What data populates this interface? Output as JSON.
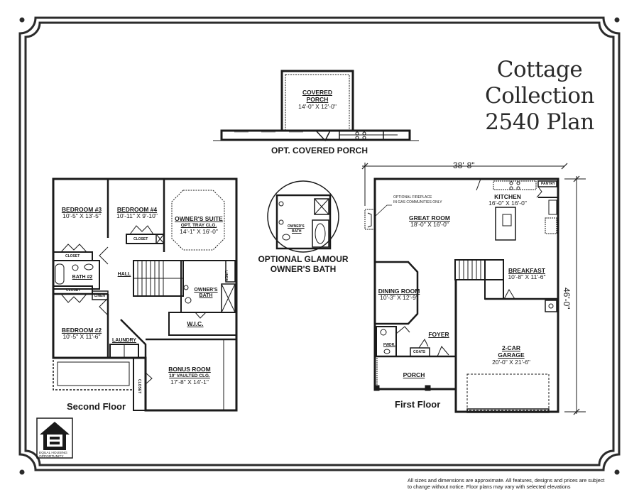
{
  "title": {
    "line1": "Cottage",
    "line2": "Collection",
    "line3": "2540 Plan"
  },
  "covered_porch": {
    "room_label_1": "COVERED",
    "room_label_2": "PORCH",
    "room_dims": "14'-0\" X 12'-0\"",
    "caption": "OPT. COVERED PORCH"
  },
  "glamour_bath": {
    "room_label_1": "OWNER'S",
    "room_label_2": "BATH",
    "caption_1": "OPTIONAL GLAMOUR",
    "caption_2": "OWNER'S BATH"
  },
  "second_floor": {
    "caption": "Second Floor",
    "rooms": {
      "bedroom3": {
        "name": "BEDROOM #3",
        "dims": "10'-5\" X 13'-5\""
      },
      "bedroom4": {
        "name": "BEDROOM #4",
        "dims": "10'-11\" X 9'-10\""
      },
      "owners_suite": {
        "name": "OWNER'S SUITE",
        "note": "OPT. TRAY CLG.",
        "dims": "14'-1\" X 16'-0\""
      },
      "bath2": {
        "name": "BATH #2"
      },
      "hall": {
        "name": "HALL"
      },
      "owners_bath_1": {
        "name": "OWNER'S"
      },
      "owners_bath_2": {
        "name": "BATH"
      },
      "wic": {
        "name": "W.I.C."
      },
      "bedroom2": {
        "name": "BEDROOM #2",
        "dims": "10'-5\" X 11'-6\""
      },
      "laundry": {
        "name": "LAUNDRY"
      },
      "bonus": {
        "name": "BONUS ROOM",
        "note": "10' VAULTED CLG.",
        "dims": "17'-8\" X 14'-1\""
      }
    },
    "small_labels": {
      "closet_b4": "CLOSET",
      "closet_b3": "CLOSET",
      "closet_b2": "CLOSET",
      "linen_hall": "LINEN",
      "linen_owner": "LINEN",
      "closet_bonus": "CLOSET"
    }
  },
  "first_floor": {
    "caption": "First Floor",
    "width_dim": "38'-8\"",
    "depth_dim": "46'-0\"",
    "fireplace_note_1": "OPTIONAL FIREPLACE",
    "fireplace_note_2": "IN GAS COMMUNITIES ONLY",
    "rooms": {
      "great_room": {
        "name": "GREAT ROOM",
        "dims": "18'-0\" X 16'-0\""
      },
      "kitchen": {
        "name": "KITCHEN",
        "dims": "16'-0\" X 16'-0\""
      },
      "pantry": {
        "name": "PANTRY"
      },
      "breakfast": {
        "name": "BREAKFAST",
        "dims": "10'-8\" X 11'-6\""
      },
      "dining": {
        "name": "DINING ROOM",
        "dims": "10'-3\" X 12'-9\""
      },
      "foyer": {
        "name": "FOYER"
      },
      "pwdr": {
        "name": "PWDR."
      },
      "coats": {
        "name": "COATS"
      },
      "porch": {
        "name": "PORCH"
      },
      "garage_1": {
        "name": "2-CAR"
      },
      "garage_2": {
        "name": "GARAGE",
        "dims": "20'-0\" X 21'-6\""
      }
    }
  },
  "logo": {
    "line1": "EQUAL HOUSING",
    "line2": "OPPORTUNITY"
  },
  "disclaimer": {
    "line1": "All sizes and dimensions are approximate. All features, designs and prices are subject",
    "line2": "to change without notice.  Floor plans may vary with selected elevations"
  }
}
